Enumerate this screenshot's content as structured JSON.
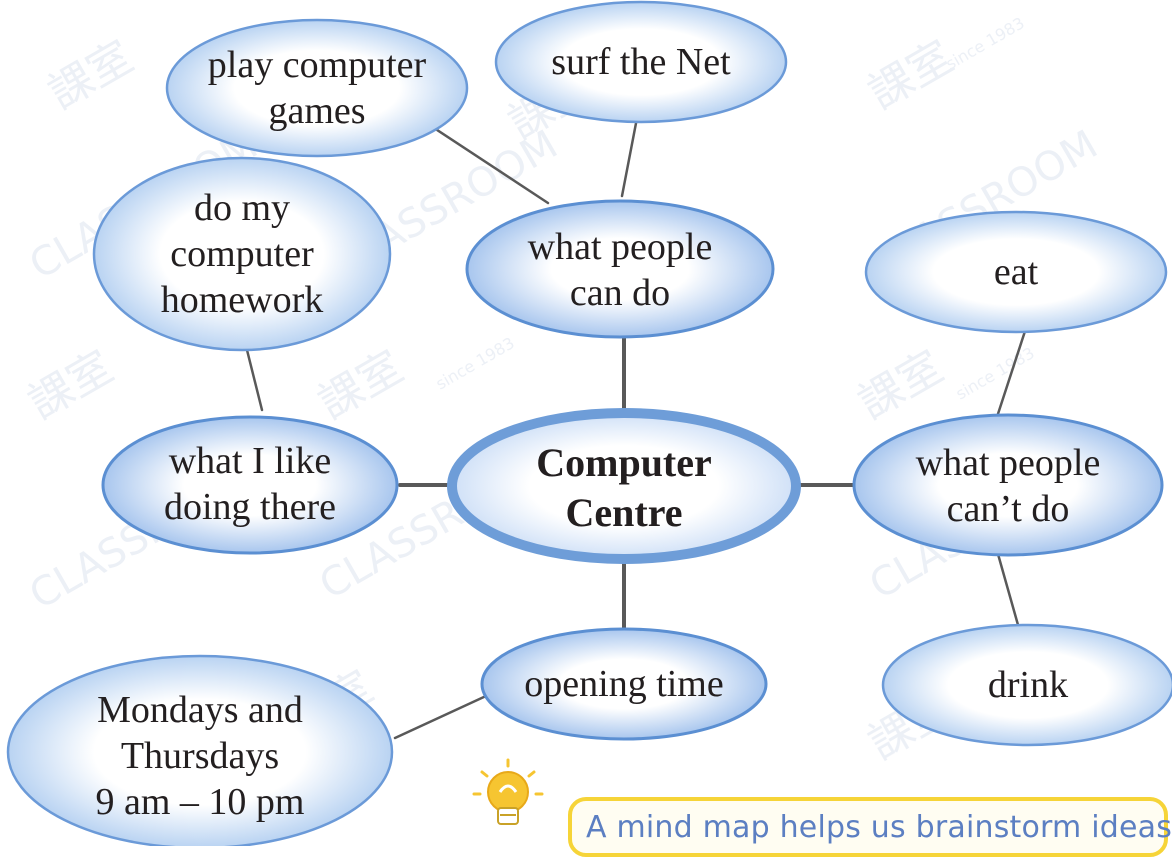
{
  "colors": {
    "bubble_edge": "#5b8fd2",
    "bubble_fill_center": "#ffffff",
    "bubble_fill_edge": "#b9d3f2",
    "connector": "#595959",
    "text": "#231f20",
    "tip_border": "#f6d438",
    "tip_text": "#5c7fc2",
    "watermark": "#c9d3e6"
  },
  "mind_map": {
    "center": {
      "label": [
        "Computer",
        "Centre"
      ]
    },
    "branches": {
      "can_do": {
        "label": [
          "what people",
          "can do"
        ]
      },
      "like_doing": {
        "label": [
          "what I like",
          "doing there"
        ]
      },
      "cant_do": {
        "label": [
          "what people",
          "can’t do"
        ]
      },
      "opening_time": {
        "label": [
          "opening time"
        ]
      }
    },
    "leaves": {
      "play_games": {
        "label": [
          "play computer",
          "games"
        ]
      },
      "surf_net": {
        "label": [
          "surf the Net"
        ]
      },
      "homework": {
        "label": [
          "do my",
          "computer",
          "homework"
        ]
      },
      "eat": {
        "label": [
          "eat"
        ]
      },
      "drink": {
        "label": [
          "drink"
        ]
      },
      "schedule": {
        "label": [
          "Mondays and",
          "Thursdays",
          "9 am – 10 pm"
        ]
      }
    }
  },
  "tip": {
    "icon": "lightbulb-icon",
    "text": "A mind map helps us brainstorm ideas for"
  },
  "watermark": {
    "logo_text": "課室",
    "brand_text": "CLASSROOM",
    "since_text": "since 1983"
  }
}
